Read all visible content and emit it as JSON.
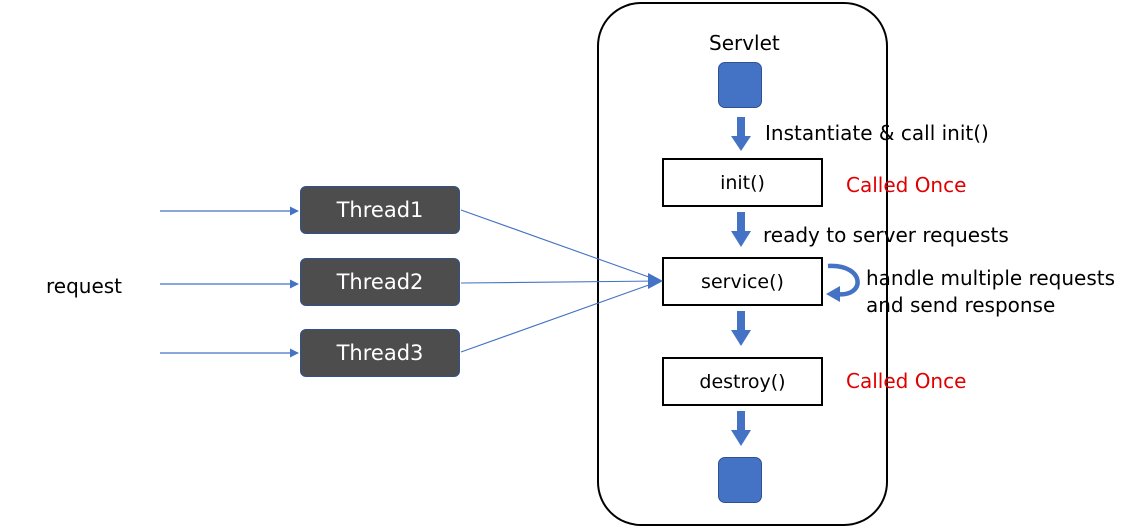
{
  "servlet": {
    "title": "Servlet",
    "methods": {
      "init": "init()",
      "service": "service()",
      "destroy": "destroy()"
    },
    "step_labels": {
      "instantiate": "Instantiate & call init()",
      "ready": "ready to server requests",
      "handle_line1": "handle multiple requests",
      "handle_line2": "and send response"
    },
    "notes": {
      "init_note": "Called Once",
      "destroy_note": "Called Once"
    }
  },
  "request_label": "request",
  "threads": [
    "Thread1",
    "Thread2",
    "Thread3"
  ],
  "colors": {
    "accent_blue": "#4472c4",
    "thread_fill": "#4d4d4d",
    "note_red": "#e00000"
  }
}
